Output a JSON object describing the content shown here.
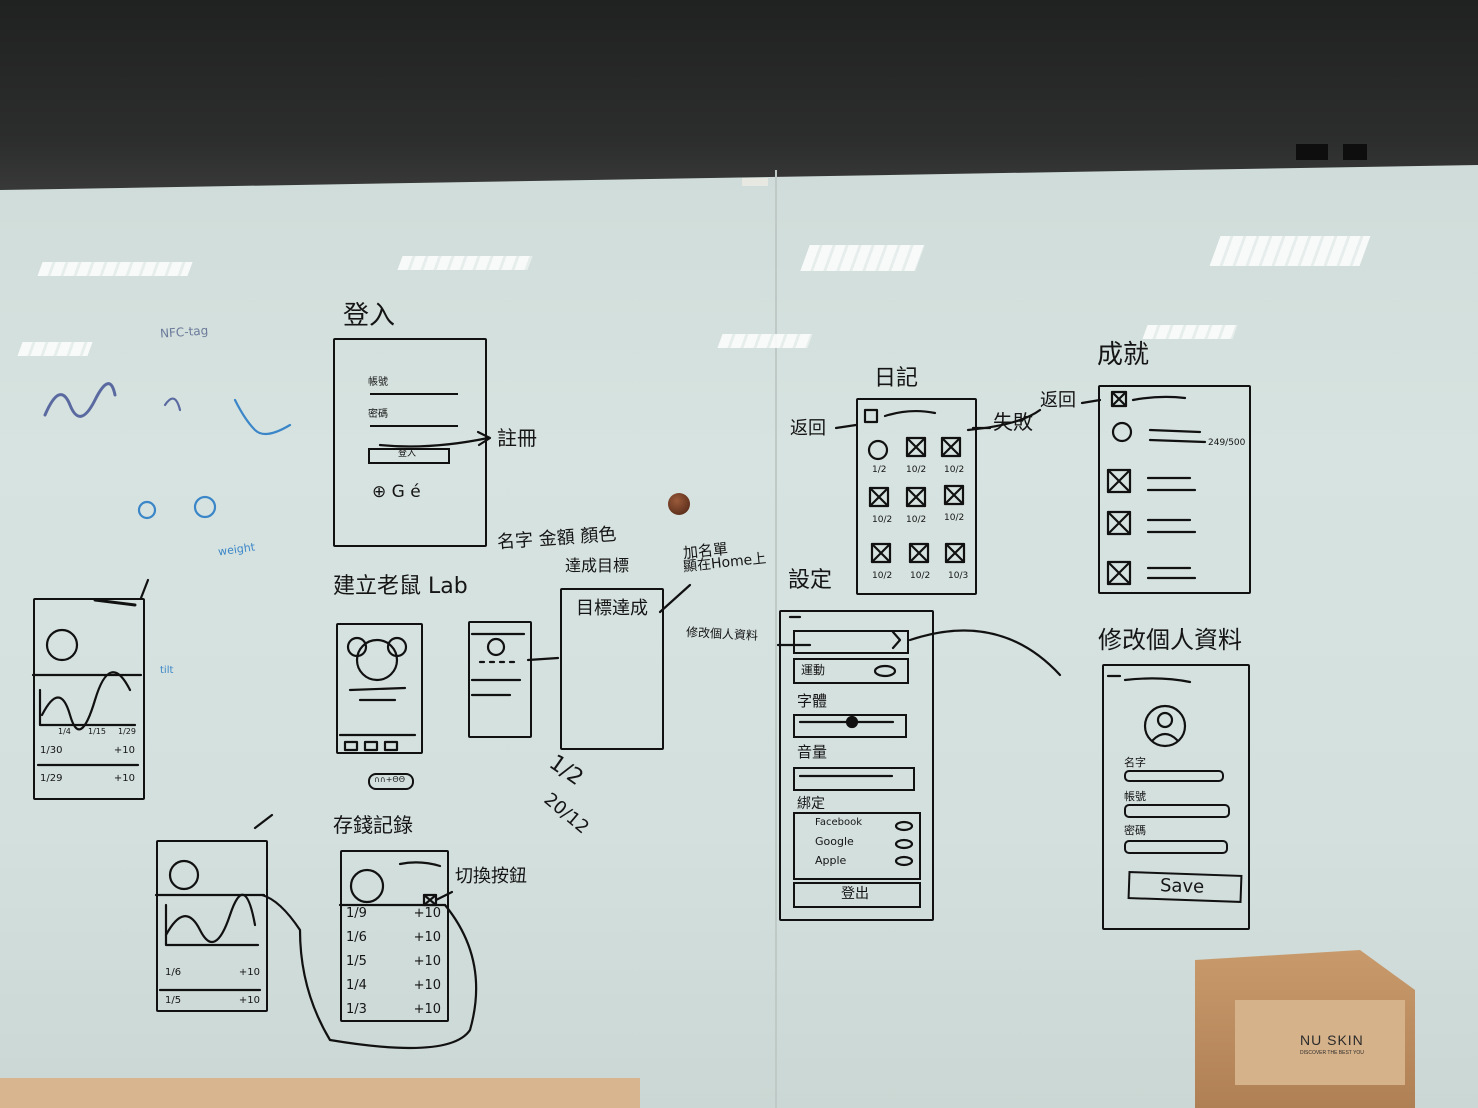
{
  "board": {
    "topleft_notes": {
      "nfc": "NFC-tag",
      "weight": "weight",
      "tilt": "tilt"
    },
    "login": {
      "title": "登入",
      "field1_label": "帳號",
      "field2_label": "密碼",
      "button": "登入",
      "social": "⊕ G é",
      "register": "註冊"
    },
    "create_mouse": {
      "title": "建立老鼠 Lab",
      "pill": "∩∩+ΘΘ"
    },
    "goal": {
      "top_note": "名字  金額  顏色",
      "goal_note": "達成目標",
      "screen_title": "目標達成",
      "points_note": "加名單",
      "points_note2": "顯在Home上",
      "scribble1": "1/2",
      "scribble2": "20/12"
    },
    "diary": {
      "title": "日記",
      "back": "返回",
      "fail": "失敗",
      "dates": [
        "1/2",
        "10/2",
        "10/2",
        "10/2",
        "10/2",
        "10/2",
        "10/2",
        "10/2",
        "10/3"
      ]
    },
    "achievement": {
      "title": "成就",
      "back": "返回",
      "count": "249/500"
    },
    "settings": {
      "title": "設定",
      "edit_link": "修改個人資料",
      "row1": "運動",
      "font_size": "字體",
      "volume": "音量",
      "binding": "綁定",
      "accounts": [
        "Facebook",
        "Google",
        "Apple"
      ],
      "logout": "登出"
    },
    "edit_profile": {
      "title": "修改個人資料",
      "name": "名字",
      "account": "帳號",
      "password": "密碼",
      "save": "Save"
    },
    "records": {
      "title": "存錢記錄",
      "toggle": "切換按鈕",
      "rows": [
        {
          "date": "1/9",
          "amount": "+10"
        },
        {
          "date": "1/6",
          "amount": "+10"
        },
        {
          "date": "1/5",
          "amount": "+10"
        },
        {
          "date": "1/4",
          "amount": "+10"
        },
        {
          "date": "1/3",
          "amount": "+10"
        }
      ]
    },
    "home_left": {
      "axis": [
        "1/4",
        "1/15",
        "1/29"
      ],
      "rows": [
        {
          "date": "1/30",
          "amount": "+10"
        },
        {
          "date": "1/29",
          "amount": "+10"
        }
      ]
    },
    "home_bottom": {
      "rows": [
        {
          "date": "1/6",
          "amount": "+10"
        },
        {
          "date": "1/5",
          "amount": "+10"
        }
      ]
    }
  },
  "box": {
    "brand": "NU SKIN",
    "tagline": "DISCOVER THE BEST YOU"
  }
}
